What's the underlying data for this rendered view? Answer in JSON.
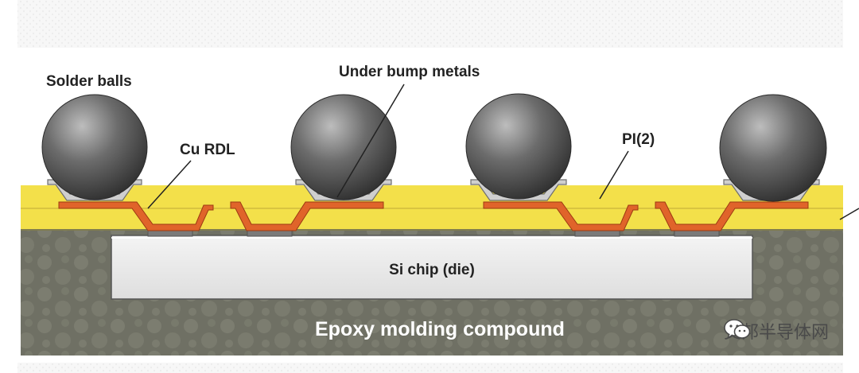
{
  "labels": {
    "solder_balls": "Solder balls",
    "under_bump_metals": "Under bump metals",
    "cu_rdl": "Cu RDL",
    "pi2": "PI(2)",
    "si_chip": "Si chip (die)",
    "epoxy": "Epoxy molding compound"
  },
  "watermark": {
    "text": "艾邦半导体网",
    "icon": "wechat-icon"
  },
  "colors": {
    "polyimide": "#f3e04a",
    "copper_rdl": "#e0642a",
    "epoxy": "#6f7064",
    "die": "#eeeeee",
    "ubm": "#cfcfcf",
    "pad": "#7a7a7a",
    "ball": "#5e5e5e"
  }
}
